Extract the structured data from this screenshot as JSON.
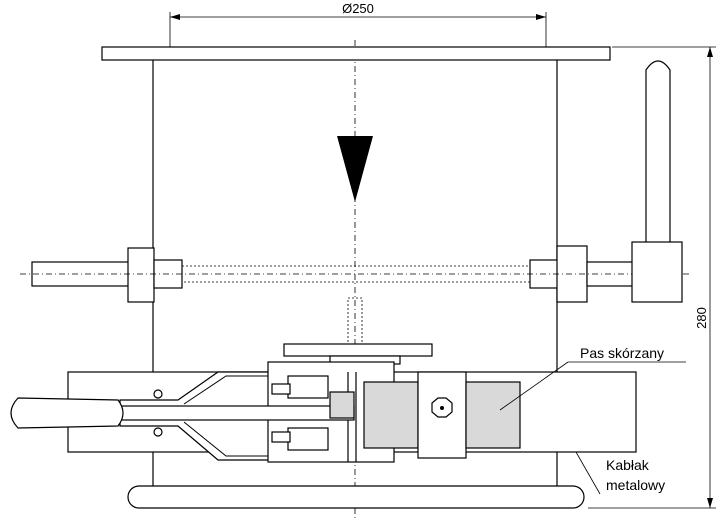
{
  "dimensions": {
    "diameter": "Ø250",
    "height": "280"
  },
  "labels": {
    "leather_strap": "Pas skórzany",
    "metal_bracket_line1": "Kabłak",
    "metal_bracket_line2": "metalowy"
  }
}
